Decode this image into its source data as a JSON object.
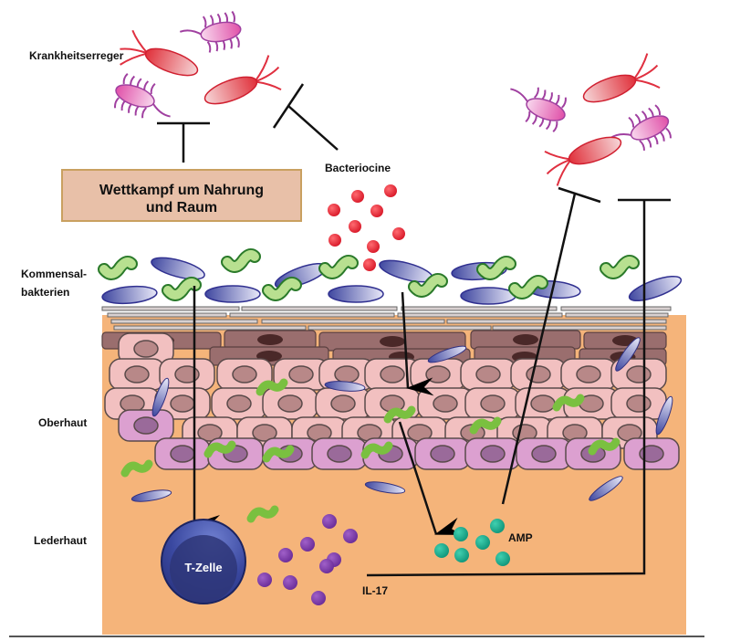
{
  "labels": {
    "pathogens": "Krankheitserreger",
    "competition_line1": "Wettkampf um Nahrung",
    "competition_line2": "und Raum",
    "bacteriocins": "Bacteriocine",
    "commensals_line1": "Kommensal-",
    "commensals_line2": "bakterien",
    "epidermis": "Oberhaut",
    "dermis": "Lederhaut",
    "t_cell": "T-Zelle",
    "amp": "AMP",
    "il17": "IL-17"
  },
  "colors": {
    "dermis": "#f5b47a",
    "competition_box": "#e8c0a8",
    "competition_box_border": "#c9a060",
    "pathogen_red": "#e0303a",
    "pathogen_pink": "#e060b0",
    "bacteriocin": "#e8283a",
    "commensal_green": "#a8d878",
    "commensal_blue": "#5058a8",
    "keratinocyte": "#f2c0c0",
    "basal_cell": "#dca0d0",
    "stratum_corneum": "#9a6e6e",
    "t_cell": "#3c4a9c",
    "il17": "#8040a8",
    "amp": "#20b090"
  }
}
